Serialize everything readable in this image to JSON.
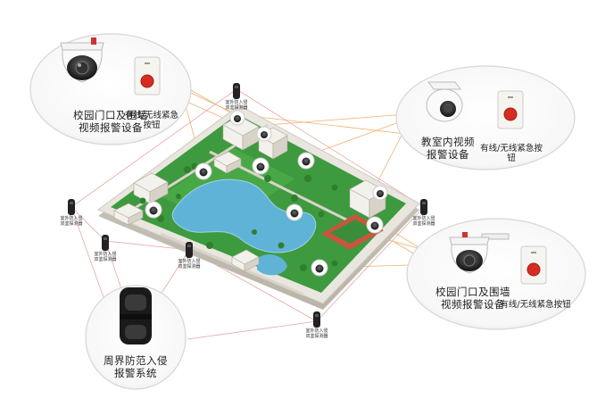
{
  "colors": {
    "lawn": "#3e9a3e",
    "lawn_dark": "#2f7f2f",
    "water": "#5fb3d6",
    "platform": "#e9e6df",
    "link_orange": "#f0b070",
    "link_pink": "#e7a7a7",
    "bubble_stroke": "#d6d6d6"
  },
  "bubbles": {
    "top_left": {
      "title": "校园门口及围墙\n视频报警设备",
      "button_label": "有线/无线紧急按钮"
    },
    "top_right": {
      "title": "教室内视频\n报警设备",
      "button_label": "有线/无线紧急按钮"
    },
    "bottom_right": {
      "title": "校园门口及围墙\n视频报警设备",
      "button_label": "有线/无线紧急按钮"
    },
    "bottom_left": {
      "title": "周界防范入侵\n报警系统"
    }
  },
  "detector_captions": [
    "室外防入侵\n双鉴探测器",
    "室外防入侵\n双鉴探测器",
    "室外防入侵\n双鉴探测器",
    "室外防入侵\n双鉴探测器",
    "室外防入侵\n双鉴探测器",
    "室外防入侵\n双鉴探测器"
  ],
  "icons": [
    "dome-camera-icon",
    "emergency-button-icon",
    "beam-detector-icon",
    "indoor-camera-icon"
  ]
}
